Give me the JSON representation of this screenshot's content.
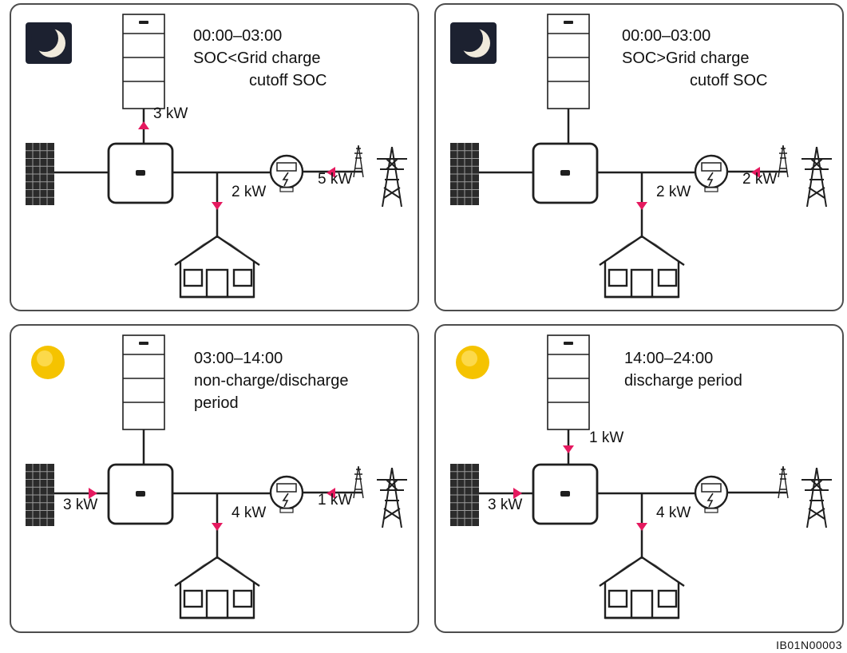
{
  "figure_code": "IB01N00003",
  "colors": {
    "line": "#1f1f1f",
    "arrow": "#e5195f",
    "sun": "#f5c300",
    "night_bg": "#1c2130"
  },
  "scenarios": [
    {
      "icon": "moon-icon",
      "time": "00:00–03:00",
      "line2": "SOC<Grid charge",
      "line3": "cutoff SOC",
      "flows": {
        "battery": "3 kW",
        "grid": "5 kW",
        "load": "2 kW",
        "pv": ""
      }
    },
    {
      "icon": "moon-icon",
      "time": "00:00–03:00",
      "line2": "SOC>Grid charge",
      "line3": "cutoff SOC",
      "flows": {
        "battery": "",
        "grid": "2 kW",
        "load": "2 kW",
        "pv": ""
      }
    },
    {
      "icon": "sun-icon",
      "time": "03:00–14:00",
      "line2": "non-charge/discharge",
      "line3": "period",
      "flows": {
        "battery": "",
        "grid": "1 kW",
        "load": "4 kW",
        "pv": "3 kW"
      }
    },
    {
      "icon": "sun-icon",
      "time": "14:00–24:00",
      "line2": "discharge period",
      "line3": "",
      "flows": {
        "battery": "1 kW",
        "grid": "",
        "load": "4 kW",
        "pv": "3 kW"
      }
    }
  ]
}
